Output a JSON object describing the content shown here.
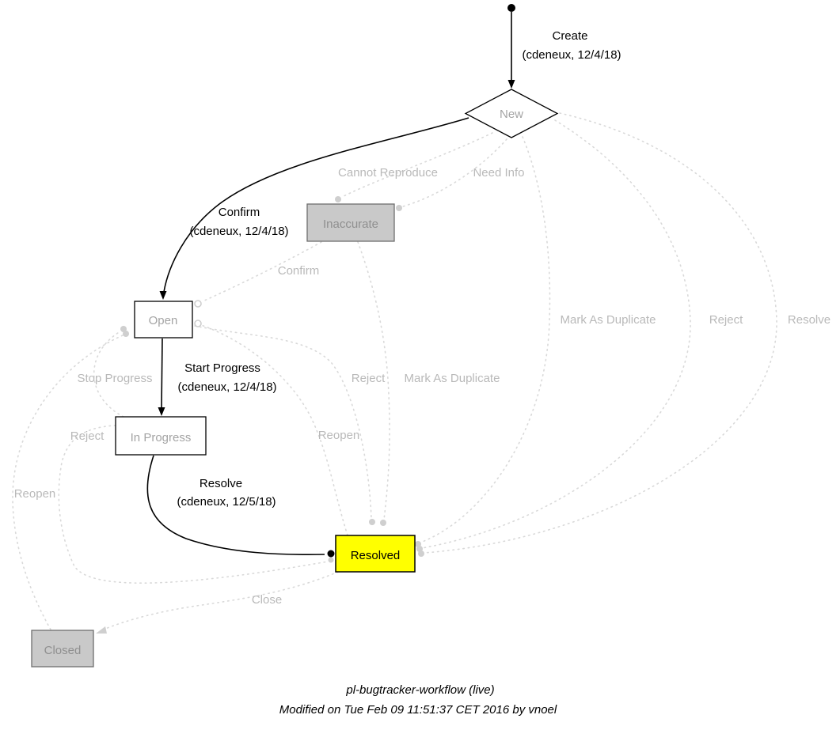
{
  "footer": {
    "title": "pl-bugtracker-workflow (live)",
    "modified": "Modified on Tue Feb 09 11:51:37 CET 2016 by vnoel"
  },
  "colors": {
    "current_state_fill": "#ffff00",
    "inactive_state_fill": "#c9c9c9",
    "default_state_fill": "#ffffff",
    "taken_edge": "#000000",
    "available_edge": "#d9d9d9",
    "available_label": "#b9b9b9"
  },
  "nodes": {
    "start": {
      "type": "initial-dot"
    },
    "new": {
      "label": "New",
      "shape": "diamond"
    },
    "inaccurate": {
      "label": "Inaccurate"
    },
    "open": {
      "label": "Open"
    },
    "in_progress": {
      "label": "In Progress"
    },
    "resolved": {
      "label": "Resolved",
      "current": true
    },
    "closed": {
      "label": "Closed"
    }
  },
  "edges": {
    "create": {
      "label": "Create",
      "detail": "(cdeneux, 12/4/18)",
      "from": "start",
      "to": "New",
      "status": "taken"
    },
    "confirm": {
      "label": "Confirm",
      "detail": "(cdeneux, 12/4/18)",
      "from": "New",
      "to": "Open",
      "status": "taken"
    },
    "start_progress": {
      "label": "Start Progress",
      "detail": "(cdeneux, 12/4/18)",
      "from": "Open",
      "to": "In Progress",
      "status": "taken"
    },
    "resolve": {
      "label": "Resolve",
      "detail": "(cdeneux, 12/5/18)",
      "from": "In Progress",
      "to": "Resolved",
      "status": "taken"
    },
    "cannot_reproduce": {
      "label": "Cannot Reproduce",
      "from": "New",
      "to": "Inaccurate",
      "status": "available"
    },
    "need_info": {
      "label": "Need Info",
      "from": "New",
      "to": "Inaccurate",
      "status": "available"
    },
    "confirm_inaccurate": {
      "label": "Confirm",
      "from": "Inaccurate",
      "to": "Open",
      "status": "available"
    },
    "mark_as_duplicate_new": {
      "label": "Mark As Duplicate",
      "from": "New",
      "to": "Resolved",
      "status": "available"
    },
    "reject_new": {
      "label": "Reject",
      "from": "New",
      "to": "Resolved",
      "status": "available"
    },
    "resolve_new": {
      "label": "Resolve",
      "from": "New",
      "to": "Resolved",
      "status": "available"
    },
    "stop_progress": {
      "label": "Stop Progress",
      "from": "In Progress",
      "to": "Open",
      "status": "available"
    },
    "reject_open": {
      "label": "Reject",
      "from": "Open",
      "to": "Resolved",
      "status": "available"
    },
    "mark_as_duplicate_inaccurate": {
      "label": "Mark As Duplicate",
      "from": "Inaccurate",
      "to": "Resolved",
      "status": "available"
    },
    "reopen_resolved": {
      "label": "Reopen",
      "from": "Resolved",
      "to": "Open",
      "status": "available"
    },
    "reject_in_progress": {
      "label": "Reject",
      "from": "In Progress",
      "to": "Resolved",
      "status": "available"
    },
    "reopen_closed": {
      "label": "Reopen",
      "from": "Closed",
      "to": "Open",
      "status": "available"
    },
    "close": {
      "label": "Close",
      "from": "Resolved",
      "to": "Closed",
      "status": "available"
    }
  }
}
